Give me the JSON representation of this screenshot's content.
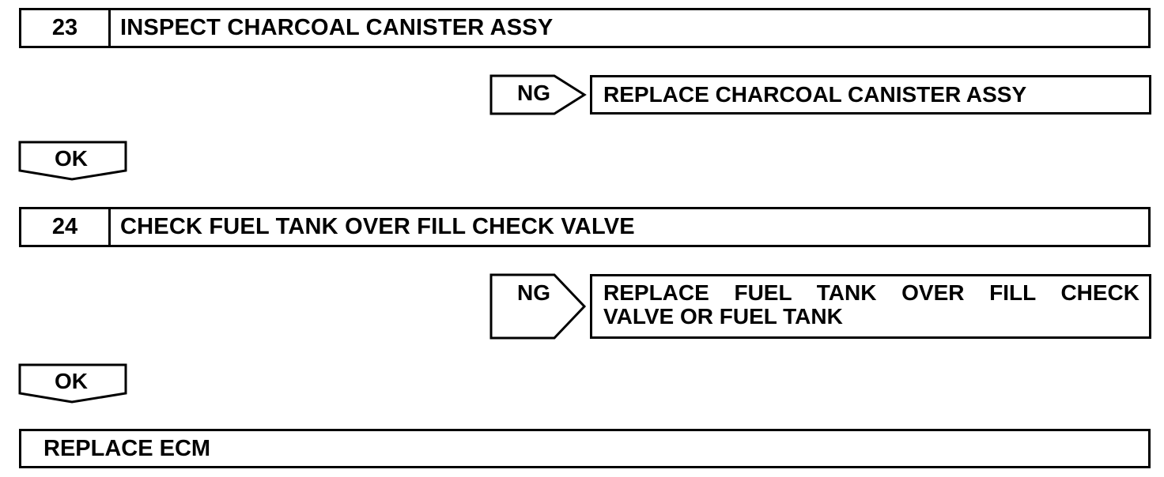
{
  "steps": [
    {
      "number": "23",
      "title": "INSPECT CHARCOAL CANISTER ASSY",
      "ng_label": "NG",
      "ng_action": "REPLACE CHARCOAL CANISTER ASSY",
      "ok_label": "OK"
    },
    {
      "number": "24",
      "title": "CHECK FUEL TANK OVER FILL CHECK VALVE",
      "ng_label": "NG",
      "ng_action_line1": "REPLACE FUEL TANK OVER FILL CHECK",
      "ng_action_line2": "VALVE OR FUEL TANK",
      "ok_label": "OK"
    }
  ],
  "final_action": "REPLACE ECM"
}
